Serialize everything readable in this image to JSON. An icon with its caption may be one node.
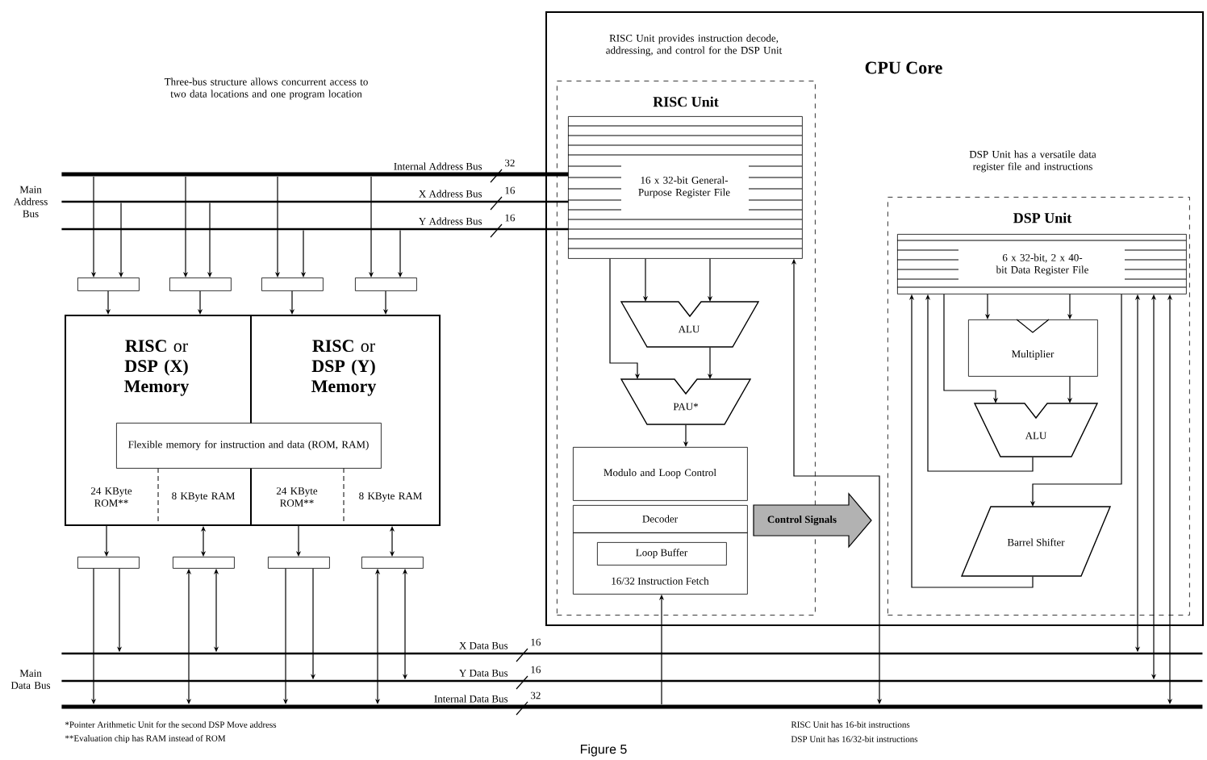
{
  "diagram": {
    "caption": "Figure 5",
    "nodes": [
      {
        "text": [
          "CPU Core"
        ]
      },
      {
        "text": [
          "RISC Unit"
        ],
        "in": 0
      },
      {
        "text": [
          "16 x 32-bit General-Purpose Register File"
        ],
        "in": 1
      },
      {
        "text": [
          "ALU"
        ],
        "in": 1
      },
      {
        "text": [
          "PAU*"
        ],
        "in": 1
      },
      {
        "text": [
          "Modulo and Loop Control"
        ],
        "in": 1
      },
      {
        "text": [
          "Decoder"
        ],
        "in": 1
      },
      {
        "text": [
          "16/32 Instruction Fetch"
        ],
        "in": 1
      },
      {
        "text": [
          "Loop Buffer"
        ],
        "in": 7
      },
      {
        "text": [
          "Control Signals"
        ],
        "in": 0
      },
      {
        "text": [
          "DSP Unit"
        ],
        "in": 0
      },
      {
        "text": [
          "6 x 32-bit, 2 x 40-bit Data Register File"
        ],
        "in": 10
      },
      {
        "text": [
          "Multiplier"
        ],
        "in": 10
      },
      {
        "text": [
          "ALU"
        ],
        "in": 10
      },
      {
        "text": [
          "Barrel Shifter"
        ],
        "in": 10
      },
      {
        "text": [
          "**RISC** or **DSP (X) Memory**",
          "24 KByte ROM**",
          "8 KByte RAM"
        ]
      },
      {
        "text": [
          "**RISC** or **DSP (Y) Memory**",
          "24 KByte ROM**",
          "8 KByte RAM"
        ]
      },
      {
        "text": [
          "Flexible memory for instruction and data (ROM, RAM)"
        ]
      },
      {
        "text": [],
        "shape": "box"
      },
      {
        "text": [],
        "shape": "box"
      },
      {
        "text": [],
        "shape": "box"
      },
      {
        "text": [],
        "shape": "box"
      },
      {
        "text": [],
        "shape": "box"
      },
      {
        "text": [],
        "shape": "box"
      },
      {
        "text": [],
        "shape": "box"
      },
      {
        "text": [],
        "shape": "box"
      },
      {
        "text": [
          "Internal Address Bus"
        ],
        "beside": [
          "32"
        ]
      },
      {
        "text": [
          "X Address Bus"
        ],
        "beside": [
          "16"
        ]
      },
      {
        "text": [
          "Y Address Bus"
        ],
        "beside": [
          "16"
        ]
      },
      {
        "text": [
          "X Data Bus"
        ],
        "beside": [
          "16"
        ]
      },
      {
        "text": [
          "Y Data Bus"
        ],
        "beside": [
          "16"
        ]
      },
      {
        "text": [
          "Internal Data Bus"
        ],
        "beside": [
          "32"
        ]
      }
    ],
    "edges": [
      {
        "from": 26,
        "to": 18,
        "arrow": "to"
      },
      {
        "from": 27,
        "to": 18,
        "arrow": "to"
      },
      {
        "from": 26,
        "to": 19,
        "arrow": "to"
      },
      {
        "from": 27,
        "to": 19,
        "arrow": "to"
      },
      {
        "from": 26,
        "to": 20,
        "arrow": "to"
      },
      {
        "from": 28,
        "to": 20,
        "arrow": "to"
      },
      {
        "from": 26,
        "to": 21,
        "arrow": "to"
      },
      {
        "from": 28,
        "to": 21,
        "arrow": "to"
      },
      {
        "from": 18,
        "to": 15,
        "arrow": "to"
      },
      {
        "from": 19,
        "to": 15,
        "arrow": "to"
      },
      {
        "from": 20,
        "to": 16,
        "arrow": "to"
      },
      {
        "from": 21,
        "to": 16,
        "arrow": "to"
      },
      {
        "from": 15,
        "to": 22,
        "arrow": "to"
      },
      {
        "from": 15,
        "to": 23,
        "arrow": "both"
      },
      {
        "from": 16,
        "to": 24,
        "arrow": "to"
      },
      {
        "from": 16,
        "to": 25,
        "arrow": "both"
      },
      {
        "from": 22,
        "to": 31,
        "arrow": "to"
      },
      {
        "from": 22,
        "to": 29,
        "arrow": "to"
      },
      {
        "from": 23,
        "to": 31,
        "arrow": "both"
      },
      {
        "from": 23,
        "to": 29,
        "arrow": "both"
      },
      {
        "from": 24,
        "to": 31,
        "arrow": "to"
      },
      {
        "from": 24,
        "to": 30,
        "arrow": "to"
      },
      {
        "from": 25,
        "to": 31,
        "arrow": "both"
      },
      {
        "from": 25,
        "to": 30,
        "arrow": "both"
      },
      {
        "from": 31,
        "to": 7,
        "arrow": "to"
      },
      {
        "from": 2,
        "to": 31,
        "arrow": "both"
      },
      {
        "from": 2,
        "to": 3,
        "arrow": "to"
      },
      {
        "from": 2,
        "to": 3,
        "arrow": "to"
      },
      {
        "from": 2,
        "to": 4,
        "arrow": "to"
      },
      {
        "from": 3,
        "to": 4,
        "arrow": "to"
      },
      {
        "from": 4,
        "to": 5,
        "arrow": "to"
      },
      {
        "from": 11,
        "to": 29,
        "arrow": "both"
      },
      {
        "from": 11,
        "to": 30,
        "arrow": "both"
      },
      {
        "from": 11,
        "to": 31,
        "arrow": "both"
      },
      {
        "from": 11,
        "to": 12,
        "arrow": "to"
      },
      {
        "from": 11,
        "to": 12,
        "arrow": "to"
      },
      {
        "from": 12,
        "to": 13,
        "arrow": "to"
      },
      {
        "from": 11,
        "to": 13,
        "arrow": "to"
      },
      {
        "from": 13,
        "to": 11,
        "arrow": "to"
      },
      {
        "from": 11,
        "to": 14,
        "arrow": "to"
      },
      {
        "from": 14,
        "to": 11,
        "arrow": "to"
      }
    ],
    "labels": [
      "Three-bus structure allows concurrent access to two data locations and one program location",
      "RISC Unit provides instruction decode, addressing, and control for the DSP Unit",
      "DSP Unit has a versatile data register file and instructions",
      "Main Address Bus",
      "Main Data Bus",
      "*Pointer Arithmetic Unit for the second DSP Move address",
      "**Evaluation chip has RAM instead of ROM",
      "RISC Unit has 16-bit instructions",
      "DSP Unit has 16/32-bit instructions"
    ]
  }
}
